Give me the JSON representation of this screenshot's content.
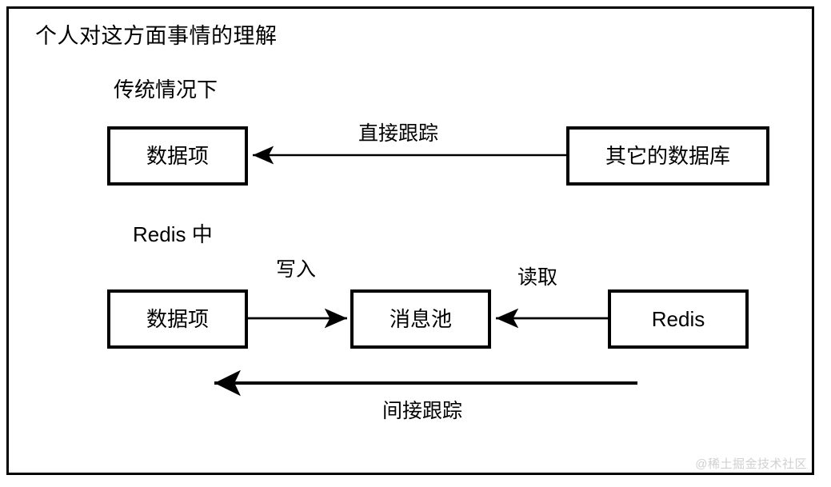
{
  "diagram": {
    "title": "个人对这方面事情的理解",
    "watermark": "@稀土掘金技术社区",
    "sections": [
      {
        "id": "traditional",
        "label": "传统情况下"
      },
      {
        "id": "redis",
        "label": "Redis 中"
      }
    ],
    "nodes": [
      {
        "id": "data-item-1",
        "label": "数据项"
      },
      {
        "id": "other-db",
        "label": "其它的数据库"
      },
      {
        "id": "data-item-2",
        "label": "数据项"
      },
      {
        "id": "message-pool",
        "label": "消息池"
      },
      {
        "id": "redis",
        "label": "Redis"
      }
    ],
    "edges": [
      {
        "id": "direct-track",
        "label": "直接跟踪",
        "from": "other-db",
        "to": "data-item-1",
        "direction": "left"
      },
      {
        "id": "write",
        "label": "写入",
        "from": "data-item-2",
        "to": "message-pool",
        "direction": "right"
      },
      {
        "id": "read",
        "label": "读取",
        "from": "redis",
        "to": "message-pool",
        "direction": "left"
      },
      {
        "id": "indirect-track",
        "label": "间接跟踪",
        "from": "redis",
        "to": "data-item-2",
        "direction": "left"
      }
    ],
    "colors": {
      "stroke": "#000000",
      "background": "#ffffff",
      "watermark": "#d0d0d0"
    }
  }
}
